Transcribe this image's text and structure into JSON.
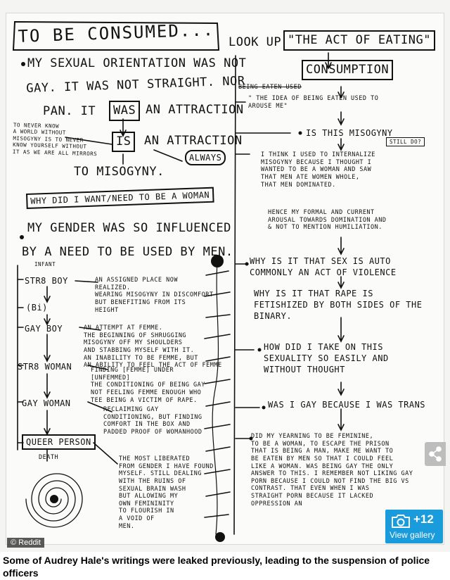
{
  "image": {
    "credit": "© Reddit",
    "gallery": {
      "count": "+12",
      "label": "View gallery"
    }
  },
  "caption": "Some of Audrey Hale's writings were leaked previously, leading to the suspension of police officers",
  "note": {
    "title": "TO BE CONSUMED...",
    "left": {
      "line1": "MY SEXUAL ORIENTATION WAS NOT",
      "line2": "GAY. IT WAS NOT STRAIGHT. NOR",
      "line3": "PAN. IT",
      "was_box": "WAS",
      "line3b": "AN ATTRACTION",
      "side_note": "TO NEVER KNOW\nA WORLD WITHOUT\nMISOGYNY IS TO NEVER\nKNOW YOURSELF WITHOUT\nIT AS WE ARE ALL MIRRORS",
      "is_box": "IS",
      "line4": "AN ATTRACTION",
      "always_box": "ALWAYS",
      "line5": "TO MISOGYNY.",
      "question_box": "WHY DID I WANT/NEED TO BE A WOMAN",
      "line6": "MY GENDER WAS SO INFLUENCED",
      "line7": "BY A NEED TO BE USED BY MEN.",
      "infant": "INFANT",
      "stages": [
        {
          "label": "STR8 BOY",
          "note": "AN ASSIGNED PLACE NOW\nREALIZED.\nWEARING MISOGYNY IN DISCOMFORT\nBUT BENEFITING FROM ITS\nHEIGHT"
        },
        {
          "label": "(Bi)",
          "note": ""
        },
        {
          "label": "GAY BOY",
          "note": "AN ATTEMPT AT FEMME.\nTHE BEGINNING OF SHRUGGING\nMISOGYNY OFF MY SHOULDERS\nAND STABBING MYSELF WITH IT.\nAN INABILITY TO BE FEMME, BUT\nAN ABILITY TO FEEL THE ACT OF FEMME"
        },
        {
          "label": "STR8 WOMAN",
          "note": "FINDING [FEMME] UNDER\n[UNFEMMED]\nTHE CONDITIONING OF BEING GAY\nNOT FEELING FEMME ENOUGH WHO\nTEE BEING A VICTIM OF RAPE."
        },
        {
          "label": "GAY WOMAN",
          "note": "RECLAIMING GAY\nCONDITIONING, BUT FINDING\nCOMFORT IN THE BOX AND\nPADDED PROOF OF WOMANHOOD"
        },
        {
          "label": "QUEER PERSON",
          "note": "THE MOST LIBERATED\nFROM GENDER I HAVE FOUND\nMYSELF. STILL DEALING\nWITH THE RUINS OF\nSEXUAL BRAIN WASH\nBUT ALLOWING MY\nOWN FEMININITY\nTO FLOURISH IN\nA VOID OF\nMEN."
        }
      ],
      "death": "DEATH"
    },
    "right": {
      "look_up": "LOOK UP",
      "act_box": "\"THE ACT OF EATING\"",
      "consumption_box": "CONSUMPTION",
      "crossed": "BEING EATEN USED",
      "q1": "\" THE IDEA OF BEING EATEN USED TO\nAROUSE ME\"",
      "still_do": "STILL DO?",
      "q2": "IS THIS MISOGYNY",
      "q3": "I THINK I USED TO INTERNALIZE\nMISOGYNY BECAUSE I THOUGHT I\nWANTED TO BE A WOMAN AND SAW\nTHAT MEN ATE WOMEN WHOLE,\nTHAT MEN DOMINATED.",
      "q4": "HENCE MY FORMAL AND CURRENT\nAROUSAL TOWARDS DOMINATION AND\n& NOT TO MENTION HUMILIATION.",
      "q5": "WHY IS IT THAT SEX IS AUTO\nCOMMONLY AN ACT OF VIOLENCE",
      "q6": "WHY IS IT THAT RAPE IS\nFETISHIZED BY BOTH SIDES OF THE\nBINARY.",
      "q7": "HOW DID I TAKE ON THIS\nSEXUALITY SO EASILY AND\nWITHOUT THOUGHT",
      "q8": "WAS I GAY BECAUSE I WAS TRANS",
      "q9": "DID MY YEARNING TO BE FEMININE,\nTO BE A WOMAN, TO ESCAPE THE PRISON\nTHAT IS BEING A MAN, MAKE ME WANT TO\nBE EATEN BY MEN SO THAT I COULD FEEL\nLIKE A WOMAN. WAS BEING GAY THE ONLY\nANSWER TO THIS. I REMEMBER NOT LIKING GAY\nPORN BECAUSE I COULD NOT FIND THE BIG VS\nCONTRAST. THAT EVEN WHEN I WAS\nSTRAIGHT PORN BECAUSE IT LACKED\nOPPRESSION AN"
    }
  }
}
